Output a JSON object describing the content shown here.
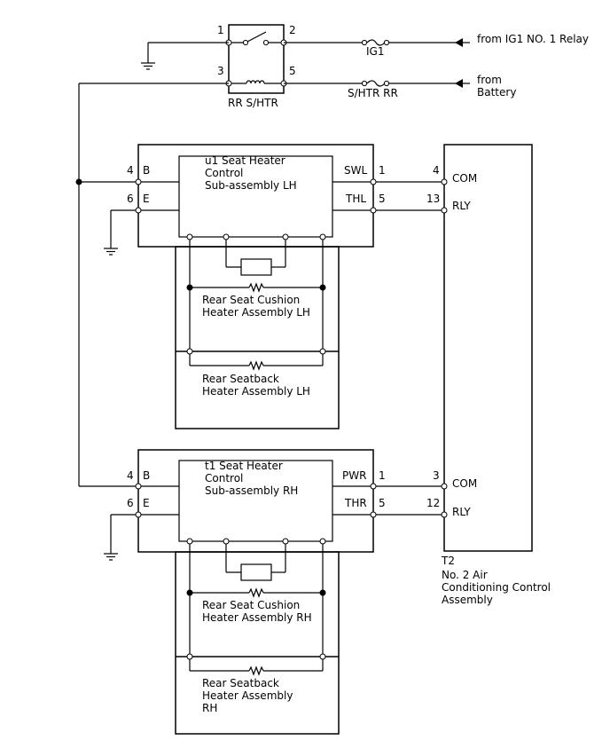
{
  "relay": {
    "name": "RR S/HTR",
    "pins": [
      "1",
      "2",
      "3",
      "5"
    ]
  },
  "fuses": {
    "ig1": "IG1",
    "shtr": "S/HTR RR"
  },
  "sources": {
    "ig1_relay": "from IG1 NO. 1 Relay",
    "battery_line1": "from",
    "battery_line2": "Battery"
  },
  "lh": {
    "title_lines": [
      "u1 Seat Heater",
      "Control",
      "Sub-assembly LH"
    ],
    "terms_left": [
      "B",
      "E"
    ],
    "terms_right": [
      "SWL",
      "THL"
    ],
    "pins_left": [
      "4",
      "6"
    ],
    "pins_right": [
      "1",
      "5"
    ],
    "cushion_lines": [
      "Rear Seat Cushion",
      "Heater Assembly LH"
    ],
    "back_lines": [
      "Rear Seatback",
      "Heater Assembly LH"
    ]
  },
  "rh": {
    "title_lines": [
      "t1 Seat Heater",
      "Control",
      "Sub-assembly RH"
    ],
    "terms_left": [
      "B",
      "E"
    ],
    "terms_right": [
      "PWR",
      "THR"
    ],
    "pins_left": [
      "4",
      "6"
    ],
    "pins_right": [
      "1",
      "5"
    ],
    "cushion_lines": [
      "Rear Seat Cushion",
      "Heater Assembly RH"
    ],
    "back_lines": [
      "Rear Seatback",
      "Heater Assembly",
      "RH"
    ]
  },
  "ac": {
    "id": "T2",
    "name_lines": [
      "No. 2 Air",
      "Conditioning Control",
      "Assembly"
    ],
    "pins_lh": [
      "4",
      "13"
    ],
    "pins_rh": [
      "3",
      "12"
    ],
    "terms": [
      "COM",
      "RLY",
      "COM",
      "RLY"
    ]
  }
}
